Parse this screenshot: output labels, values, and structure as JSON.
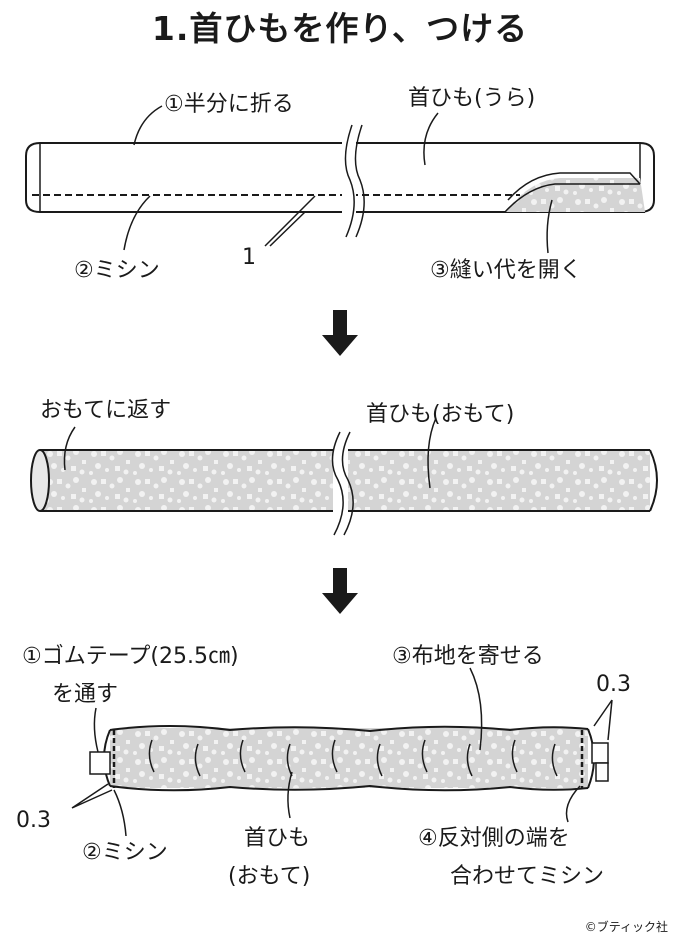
{
  "title": "1.首ひもを作り、つける",
  "step1": {
    "fold_half": "①半分に折る",
    "strap_back": "首ひも(うら)",
    "sewing": "②ミシン",
    "seam_width": "1",
    "open_allowance": "③縫い代を開く"
  },
  "step2": {
    "turn_out": "おもてに返す",
    "strap_front": "首ひも(おもて)"
  },
  "step3": {
    "elastic_line1": "①ゴムテープ(25.5㎝)",
    "elastic_line2": "を通す",
    "gather": "③布地を寄せる",
    "margin_right": "0.3",
    "margin_left": "0.3",
    "sewing": "②ミシン",
    "strap_front_line1": "首ひも",
    "strap_front_line2": "(おもて)",
    "join_line1": "④反対側の端を",
    "join_line2": "合わせてミシン"
  },
  "copyright": "©ブティック社",
  "colors": {
    "ink": "#1a1a1a",
    "fabric": "#d4d4d4",
    "pattern": "#f2f2f2"
  }
}
